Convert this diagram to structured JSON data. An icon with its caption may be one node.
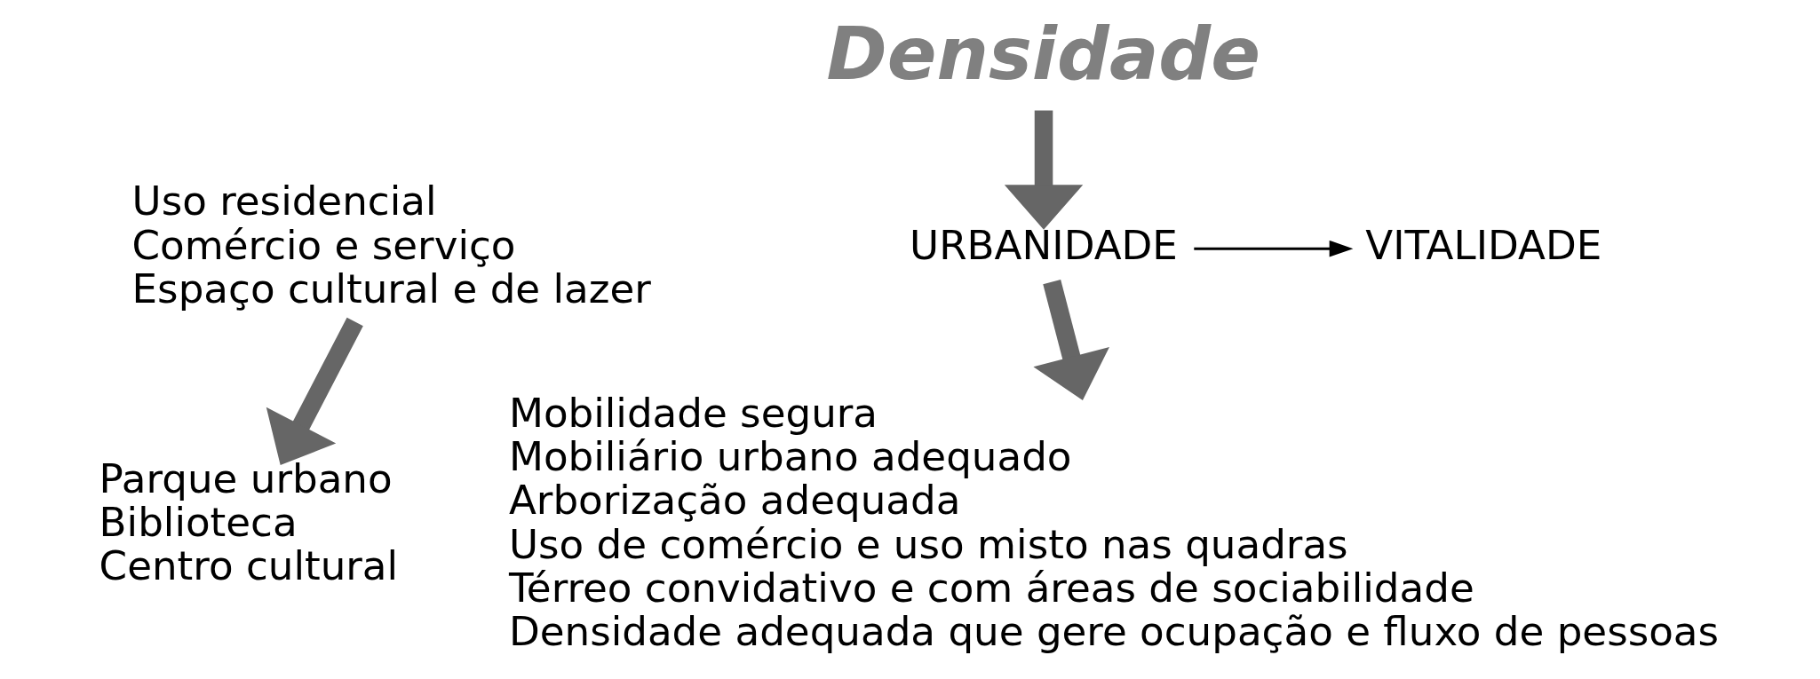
{
  "diagram": {
    "nodes": [
      {
        "text": [
          "Densidade"
        ]
      },
      {
        "text": [
          "Uso residencial",
          "Comércio e serviço",
          "Espaço cultural e de lazer"
        ]
      },
      {
        "text": [
          "Parque urbano",
          "Biblioteca",
          "Centro cultural"
        ]
      },
      {
        "text": [
          "URBANIDADE"
        ]
      },
      {
        "text": [
          "VITALIDADE"
        ]
      },
      {
        "text": [
          "Mobilidade segura",
          "Mobiliário urbano adequado",
          "Arborização adequada",
          "Uso de comércio e uso misto nas quadras",
          "Térreo convidativo e com áreas de sociabilidade",
          "Densidade adequada que gere ocupação e fluxo de pessoas"
        ]
      }
    ],
    "edges": [
      {
        "from": 0,
        "to": 3,
        "arrow": "to"
      },
      {
        "from": 3,
        "to": 4,
        "arrow": "to",
        "color": "#000000"
      },
      {
        "from": 1,
        "to": 2,
        "arrow": "to"
      },
      {
        "from": 3,
        "to": 5,
        "arrow": "to"
      }
    ]
  }
}
